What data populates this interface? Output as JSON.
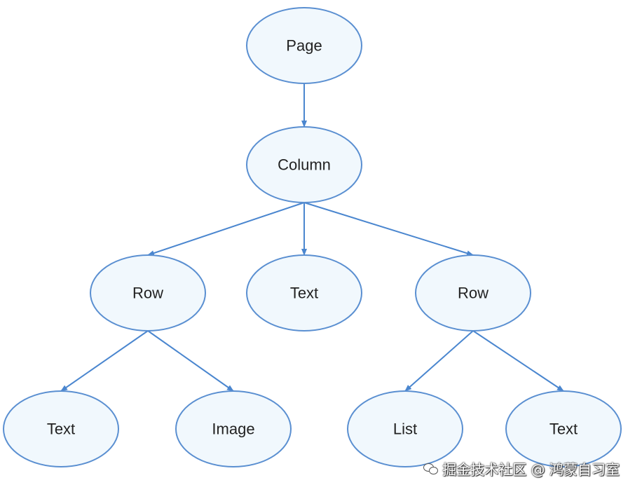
{
  "diagram": {
    "nodes": [
      {
        "id": "page",
        "label": "Page"
      },
      {
        "id": "column",
        "label": "Column"
      },
      {
        "id": "row-left",
        "label": "Row"
      },
      {
        "id": "text-middle",
        "label": "Text"
      },
      {
        "id": "row-right",
        "label": "Row"
      },
      {
        "id": "text-left",
        "label": "Text"
      },
      {
        "id": "image",
        "label": "Image"
      },
      {
        "id": "list",
        "label": "List"
      },
      {
        "id": "text-right",
        "label": "Text"
      }
    ],
    "edges": [
      {
        "from": "page",
        "to": "column"
      },
      {
        "from": "column",
        "to": "row-left"
      },
      {
        "from": "column",
        "to": "text-middle"
      },
      {
        "from": "column",
        "to": "row-right"
      },
      {
        "from": "row-left",
        "to": "text-left"
      },
      {
        "from": "row-left",
        "to": "image"
      },
      {
        "from": "row-right",
        "to": "list"
      },
      {
        "from": "row-right",
        "to": "text-right"
      }
    ],
    "colors": {
      "node_fill": "#f1f8fd",
      "node_stroke": "#5a8fd1",
      "edge": "#4a86cf"
    }
  },
  "watermark": {
    "icon": "wechat-icon",
    "text": "掘金技术社区 @ 鸿蒙自习室"
  }
}
